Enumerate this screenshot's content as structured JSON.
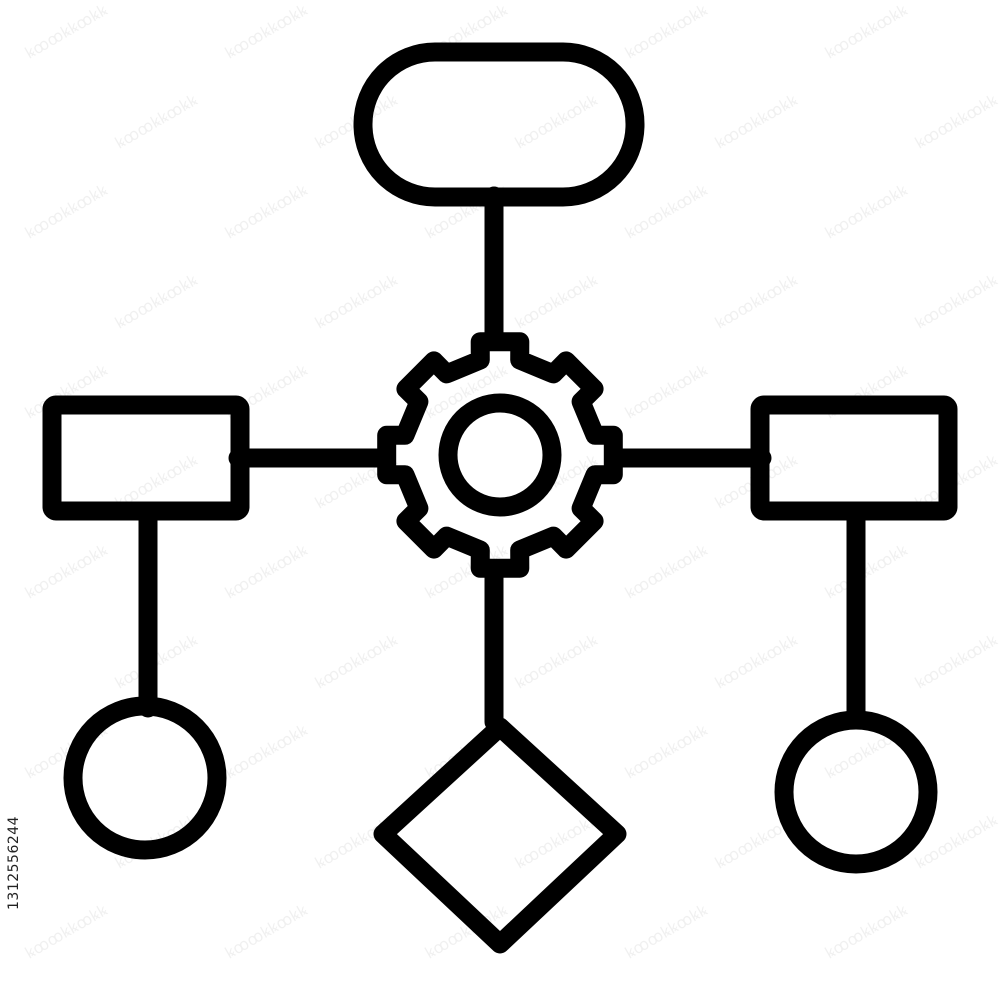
{
  "diagram": {
    "stroke_color": "#000000",
    "background_color": "#ffffff",
    "nodes": [
      {
        "id": "top-terminator",
        "shape": "rounded-pill"
      },
      {
        "id": "center-gear",
        "shape": "gear"
      },
      {
        "id": "left-process",
        "shape": "rectangle"
      },
      {
        "id": "right-process",
        "shape": "rectangle"
      },
      {
        "id": "left-circle",
        "shape": "circle"
      },
      {
        "id": "right-circle",
        "shape": "circle"
      },
      {
        "id": "bottom-decision",
        "shape": "diamond"
      }
    ],
    "edges": [
      {
        "from": "top-terminator",
        "to": "center-gear"
      },
      {
        "from": "center-gear",
        "to": "left-process"
      },
      {
        "from": "center-gear",
        "to": "right-process"
      },
      {
        "from": "center-gear",
        "to": "bottom-decision"
      },
      {
        "from": "left-process",
        "to": "left-circle"
      },
      {
        "from": "right-process",
        "to": "right-circle"
      }
    ]
  },
  "watermark": {
    "stock_id": "1312556244",
    "tile_text": "ꝃꝏꝏꝃꝃꝏꝃꝃ"
  }
}
